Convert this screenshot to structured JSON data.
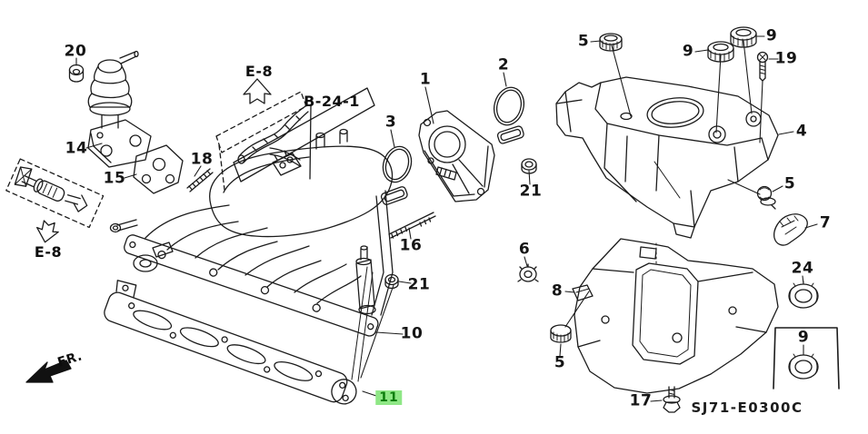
{
  "diagram": {
    "code": "SJ71-E0300C",
    "background_color": "#ffffff",
    "line_color": "#1b1b1b",
    "highlight_bg_color": "#8fe786",
    "highlight_text_color": "#0b7d0b"
  },
  "part_labels": {
    "p20": "20",
    "p14": "14",
    "p15": "15",
    "p18": "18",
    "p3": "3",
    "p1": "1",
    "p2": "2",
    "p21a": "21",
    "p16": "16",
    "p6": "6",
    "p21b": "21",
    "p10": "10",
    "p11": "11",
    "p5a": "5",
    "p9a": "9",
    "p9b": "9",
    "p19": "19",
    "p4": "4",
    "p5b": "5",
    "p7": "7",
    "p8": "8",
    "p5c": "5",
    "p24": "24",
    "p9c": "9",
    "p17": "17"
  },
  "ref_labels": {
    "e8_top": "E-8",
    "e8_left": "E-8",
    "b24": "B-24-1",
    "front": "FR."
  }
}
